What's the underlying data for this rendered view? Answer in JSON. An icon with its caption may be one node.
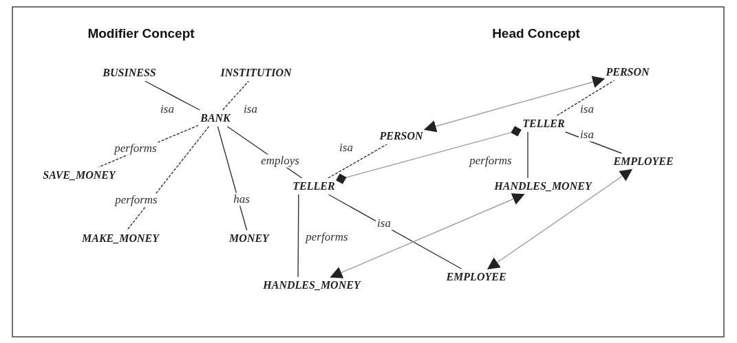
{
  "diagram": {
    "nodes": [
      {
        "text": [
          "BUSINESS"
        ]
      },
      {
        "text": [
          "INSTITUTION"
        ]
      },
      {
        "text": [
          "BANK"
        ]
      },
      {
        "text": [
          "SAVE_MONEY"
        ]
      },
      {
        "text": [
          "MAKE_MONEY"
        ]
      },
      {
        "text": [
          "MONEY"
        ]
      },
      {
        "text": [
          "PERSON"
        ]
      },
      {
        "text": [
          "TELLER"
        ]
      },
      {
        "text": [
          "HANDLES_MONEY"
        ]
      },
      {
        "text": [
          "EMPLOYEE"
        ]
      },
      {
        "text": [
          "PERSON"
        ]
      },
      {
        "text": [
          "TELLER"
        ]
      },
      {
        "text": [
          "EMPLOYEE"
        ]
      },
      {
        "text": [
          "HANDLES_MONEY"
        ]
      }
    ],
    "edges": [
      {
        "from": 2,
        "to": 0,
        "arrow": "none",
        "label": "isa"
      },
      {
        "from": 2,
        "to": 1,
        "arrow": "none",
        "label": "isa",
        "style": "dashed"
      },
      {
        "from": 2,
        "to": 3,
        "arrow": "none",
        "label": "performs",
        "style": "dashed"
      },
      {
        "from": 2,
        "to": 4,
        "arrow": "none",
        "label": "performs",
        "style": "dashed"
      },
      {
        "from": 2,
        "to": 5,
        "arrow": "none",
        "label": "has"
      },
      {
        "from": 2,
        "to": 7,
        "arrow": "none",
        "label": "employs"
      },
      {
        "from": 7,
        "to": 6,
        "arrow": "none",
        "label": "isa",
        "style": "dashed"
      },
      {
        "from": 7,
        "to": 8,
        "arrow": "none",
        "label": "performs"
      },
      {
        "from": 7,
        "to": 9,
        "arrow": "none",
        "label": "isa"
      },
      {
        "from": 11,
        "to": 10,
        "arrow": "none",
        "label": "isa",
        "style": "dashed"
      },
      {
        "from": 11,
        "to": 12,
        "arrow": "none",
        "label": "isa"
      },
      {
        "from": 11,
        "to": 13,
        "arrow": "none",
        "label": "performs"
      },
      {
        "from": 6,
        "to": 10,
        "arrow": "both",
        "color": "#a0a0a0"
      },
      {
        "from": 7,
        "to": 11,
        "arrow": "other",
        "color": "#a0a0a0"
      },
      {
        "from": 8,
        "to": 13,
        "arrow": "both",
        "color": "#a0a0a0"
      },
      {
        "from": 9,
        "to": 12,
        "arrow": "both",
        "color": "#a0a0a0"
      }
    ],
    "labels": [
      "Modifier Concept",
      "Head Concept"
    ]
  }
}
